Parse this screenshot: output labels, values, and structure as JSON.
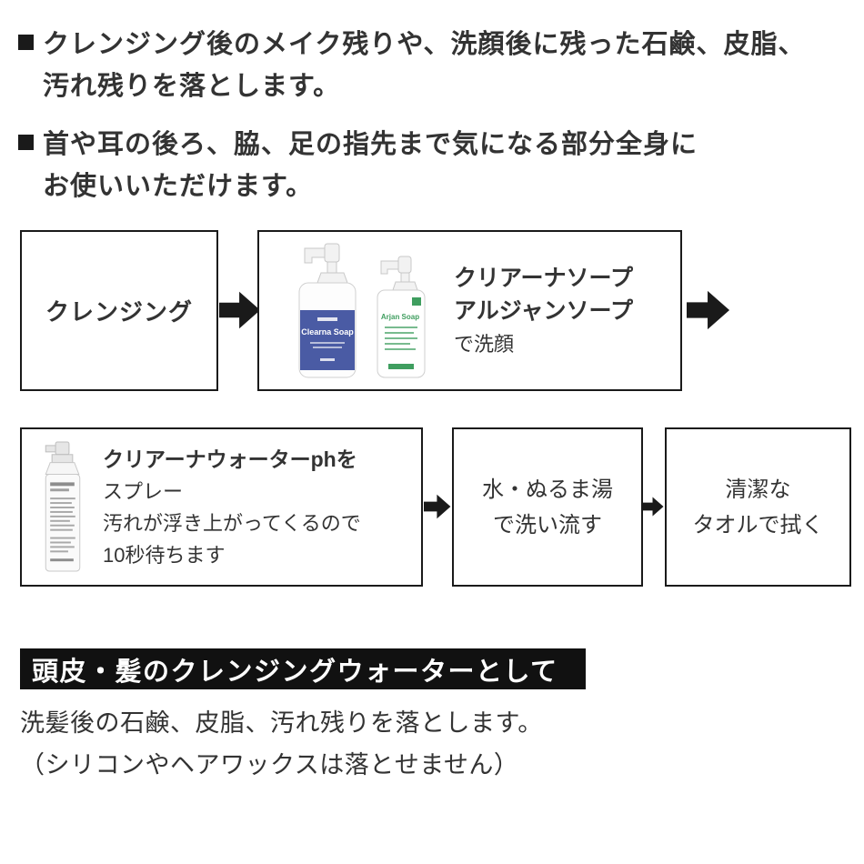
{
  "page": {
    "background": "#ffffff",
    "text_color": "#333333",
    "box_border_color": "#1a1a1a",
    "arrow_color": "#1a1a1a"
  },
  "bullets": [
    {
      "line1": "クレンジング後のメイク残りや、洗顔後に残った石鹸、皮脂、",
      "line2": "汚れ残りを落とします。"
    },
    {
      "line1": "首や耳の後ろ、脇、足の指先まで気になる部分全身に",
      "line2": "お使いいただけます。"
    }
  ],
  "flow": {
    "step_cleansing": {
      "label": "クレンジング"
    },
    "step_soap": {
      "name1": "クリアーナソープ",
      "name2": "アルジャンソープ",
      "action": "で洗顔",
      "bottle_blue": {
        "label": "Clearna Soap",
        "color": "#4a5ba4"
      },
      "bottle_green": {
        "label": "Arjan Soap",
        "color": "#3f9e5f"
      }
    },
    "step_spray": {
      "bold_line": "クリアーナウォーターphを",
      "line2": "スプレー",
      "line3": "汚れが浮き上がってくるので",
      "line4": "10秒待ちます"
    },
    "step_rinse": {
      "line1": "水・ぬるま湯",
      "line2": "で洗い流す"
    },
    "step_towel": {
      "line1": "清潔な",
      "line2": "タオルで拭く"
    }
  },
  "banner": {
    "label": "頭皮・髪のクレンジングウォーターとして",
    "bg": "#111111",
    "color": "#ffffff"
  },
  "footer": {
    "line1": "洗髪後の石鹸、皮脂、汚れ残りを落とします。",
    "line2": "（シリコンやヘアワックスは落とせません）"
  }
}
